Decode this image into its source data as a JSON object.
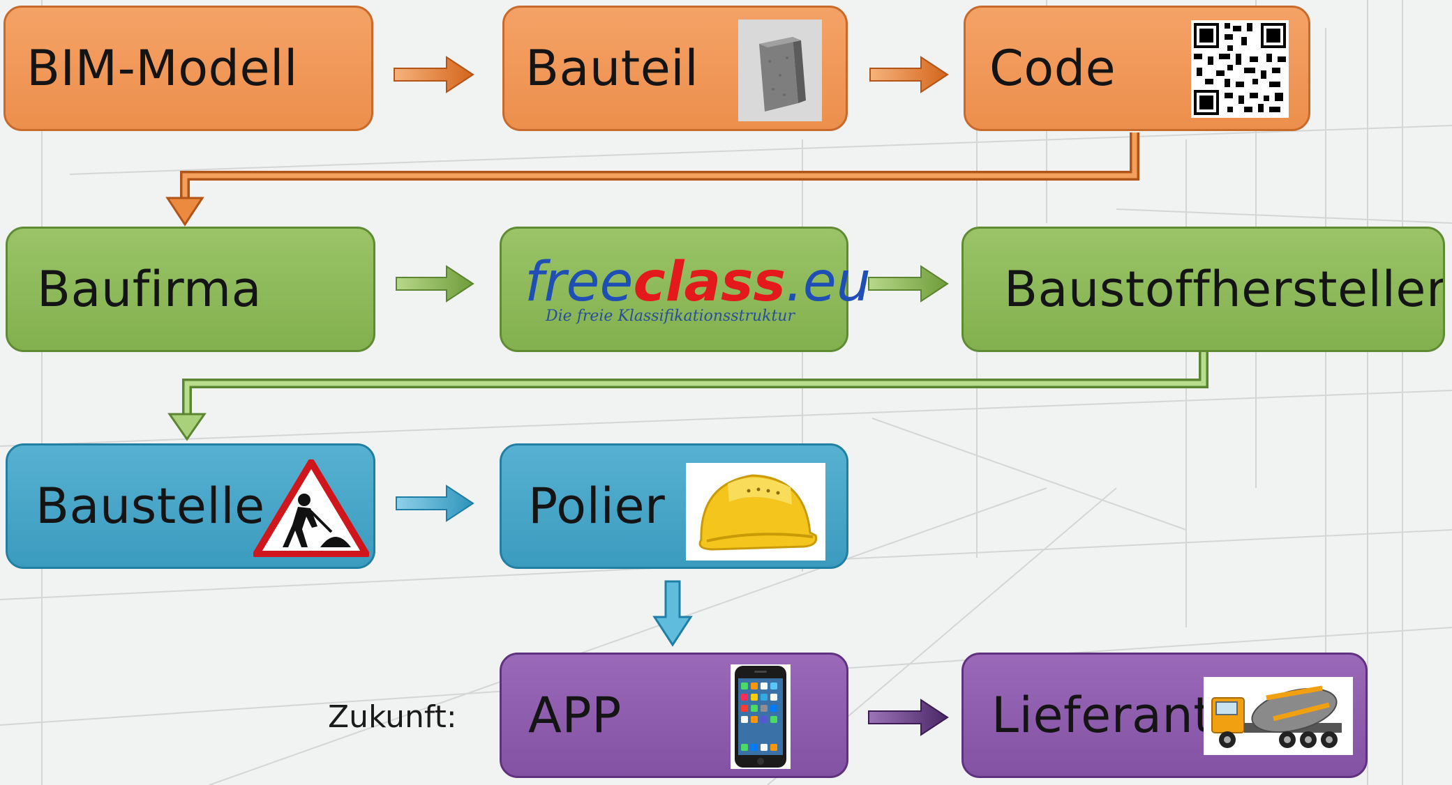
{
  "colors": {
    "orange": "#ec8f4c",
    "green": "#83b04f",
    "blue": "#3b9bbf",
    "purple": "#8352a4",
    "freeclass_blue": "#1f4fb5",
    "freeclass_red": "#e3191b"
  },
  "row1": {
    "bim": "BIM-Modell",
    "bauteil": "Bauteil",
    "code": "Code"
  },
  "row2": {
    "baufirma": "Baufirma",
    "freeclass": {
      "free": "free",
      "class": "class",
      "eu": ".eu",
      "tagline": "Die freie Klassifikationsstruktur"
    },
    "baustoff": "Baustoffhersteller"
  },
  "row3": {
    "baustelle": "Baustelle",
    "polier": "Polier"
  },
  "row4": {
    "zukunft": "Zukunft:",
    "app": "APP",
    "lieferant": "Lieferant"
  },
  "icons": [
    "wall-panel-icon",
    "qr-code-icon",
    "construction-sign-icon",
    "hard-hat-icon",
    "smartphone-icon",
    "concrete-mixer-truck-icon"
  ]
}
